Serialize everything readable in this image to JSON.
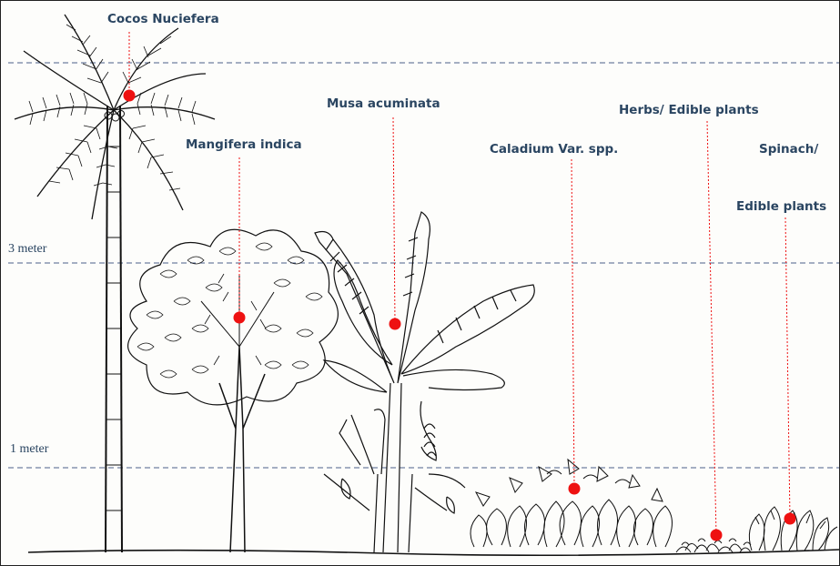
{
  "levels": [
    {
      "label": "3 meter"
    },
    {
      "label": "1 meter"
    }
  ],
  "plants": [
    {
      "label": "Cocos Nuciefera"
    },
    {
      "label": "Mangifera indica"
    },
    {
      "label": "Musa acuminata"
    },
    {
      "label": "Caladium Var. spp."
    },
    {
      "label": "Herbs/ Edible plants"
    },
    {
      "label": "Spinach/"
    },
    {
      "label": "Edible plants"
    }
  ],
  "colors": {
    "guide_line": "#4a5f8a",
    "marker": "#ee1111",
    "label_text": "#2a4561",
    "ink": "#111111"
  }
}
